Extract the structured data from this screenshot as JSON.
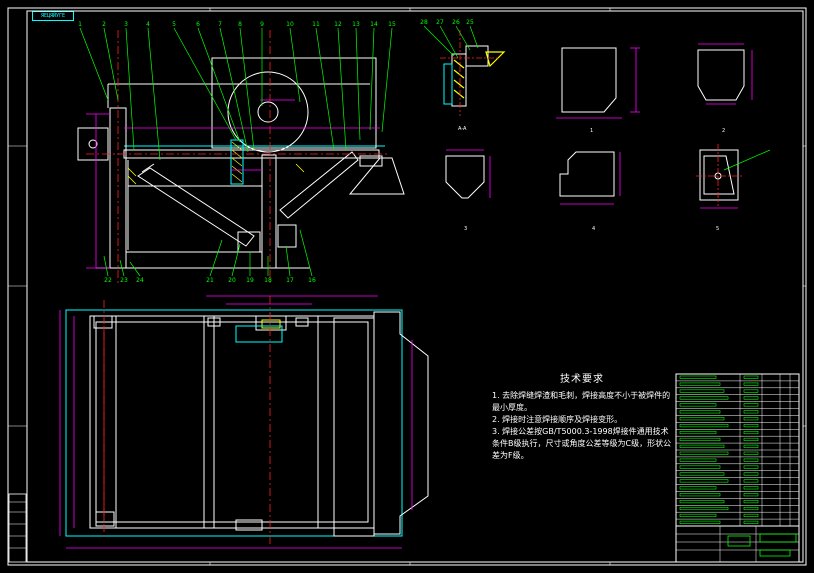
{
  "drawing": {
    "corner_tag": "ЯЕЦЯЙУГЕ",
    "colors": {
      "background": "#000000",
      "outline": "#00ffff",
      "part": "#ffffff",
      "center_line": "#ff2020",
      "dimension": "#ff00ff",
      "leader": "#00ff00",
      "hatch": "#ffff00"
    }
  },
  "balloons_top": [
    "1",
    "2",
    "3",
    "4",
    "5",
    "6",
    "7",
    "8",
    "9",
    "10",
    "11",
    "12",
    "13",
    "14",
    "15"
  ],
  "balloons_bottom": [
    "22",
    "23",
    "24",
    "21",
    "20",
    "19",
    "18",
    "17",
    "16"
  ],
  "balloons_detail": [
    "28",
    "27",
    "26",
    "25"
  ],
  "views": {
    "section_aa": "A-A",
    "view1": "1",
    "view2": "2",
    "view3": "3",
    "view4": "4",
    "view5": "5"
  },
  "tech_notes": {
    "title": "技术要求",
    "lines": [
      "1. 去除焊缝焊渣和毛刺，焊接高度不小于被焊件的最小厚度。",
      "2. 焊接时注意焊接顺序及焊接变形。",
      "3. 焊接公差按GB/T5000.3-1998焊接件通用技术条件B级执行，尺寸或角度公差等级为C级，形状公差为F级。"
    ]
  }
}
